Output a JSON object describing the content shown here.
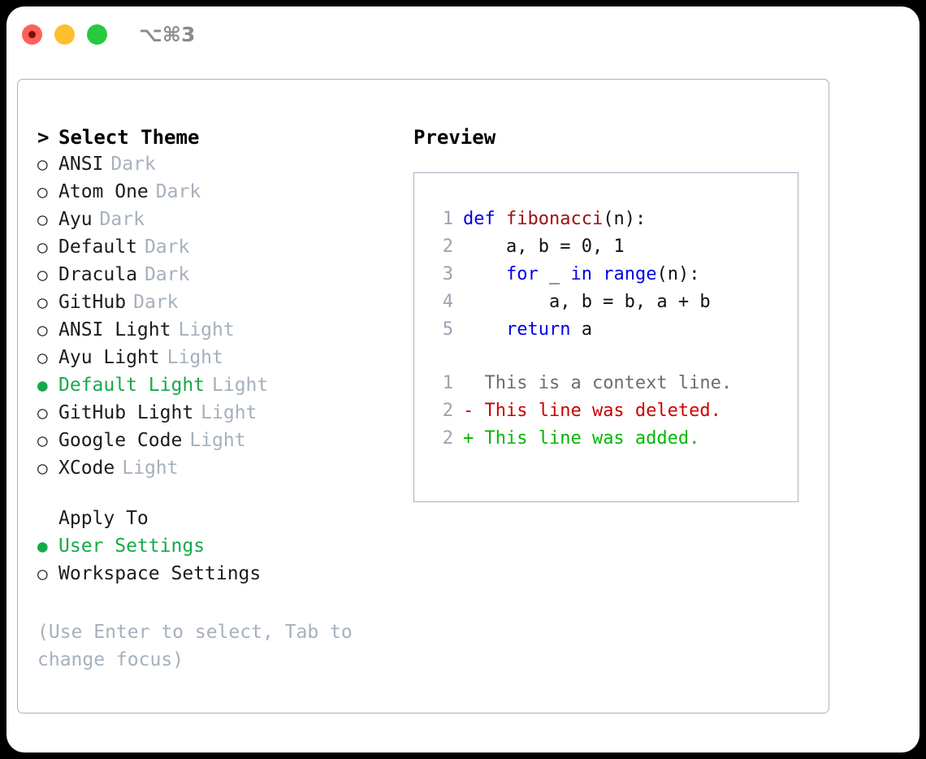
{
  "window": {
    "shortcut": "⌥⌘3",
    "traffic_lights": [
      {
        "name": "close",
        "color": "#ff6159"
      },
      {
        "name": "minimize",
        "color": "#ffbe2f"
      },
      {
        "name": "maximize",
        "color": "#27c93f"
      }
    ]
  },
  "theme_picker": {
    "header_caret": ">",
    "header_label": "Select Theme",
    "bullet_selected": "●",
    "bullet_unselected": "○",
    "items": [
      {
        "label": "ANSI",
        "tag": "Dark",
        "selected": false
      },
      {
        "label": "Atom One",
        "tag": "Dark",
        "selected": false
      },
      {
        "label": "Ayu",
        "tag": "Dark",
        "selected": false
      },
      {
        "label": "Default",
        "tag": "Dark",
        "selected": false
      },
      {
        "label": "Dracula",
        "tag": "Dark",
        "selected": false
      },
      {
        "label": "GitHub",
        "tag": "Dark",
        "selected": false
      },
      {
        "label": "ANSI Light",
        "tag": "Light",
        "selected": false
      },
      {
        "label": "Ayu Light",
        "tag": "Light",
        "selected": false
      },
      {
        "label": "Default Light",
        "tag": "Light",
        "selected": true
      },
      {
        "label": "GitHub Light",
        "tag": "Light",
        "selected": false
      },
      {
        "label": "Google Code",
        "tag": "Light",
        "selected": false
      },
      {
        "label": "XCode",
        "tag": "Light",
        "selected": false
      }
    ]
  },
  "apply_to": {
    "title": "Apply To",
    "items": [
      {
        "label": "User Settings",
        "selected": true
      },
      {
        "label": "Workspace Settings",
        "selected": false
      }
    ]
  },
  "hint": "(Use Enter to select, Tab to change focus)",
  "preview": {
    "title": "Preview",
    "code_lines": [
      {
        "no": "1",
        "tokens": [
          {
            "t": "def ",
            "c": "kw"
          },
          {
            "t": "fibonacci",
            "c": "fn"
          },
          {
            "t": "(n):",
            "c": "plain"
          }
        ]
      },
      {
        "no": "2",
        "tokens": [
          {
            "t": "    a, b = 0, 1",
            "c": "plain"
          }
        ]
      },
      {
        "no": "3",
        "tokens": [
          {
            "t": "    ",
            "c": "plain"
          },
          {
            "t": "for",
            "c": "kw"
          },
          {
            "t": " _ ",
            "c": "plain"
          },
          {
            "t": "in",
            "c": "kw"
          },
          {
            "t": " ",
            "c": "plain"
          },
          {
            "t": "range",
            "c": "kw"
          },
          {
            "t": "(n):",
            "c": "plain"
          }
        ]
      },
      {
        "no": "4",
        "tokens": [
          {
            "t": "        a, b = b, a + b",
            "c": "plain"
          }
        ]
      },
      {
        "no": "5",
        "tokens": [
          {
            "t": "    ",
            "c": "plain"
          },
          {
            "t": "return",
            "c": "kw"
          },
          {
            "t": " a",
            "c": "plain"
          }
        ]
      }
    ],
    "diff_lines": [
      {
        "no": "1",
        "marker": " ",
        "text": "This is a context line.",
        "kind": "ctx"
      },
      {
        "no": "2",
        "marker": "-",
        "text": "This line was deleted.",
        "kind": "del"
      },
      {
        "no": "2",
        "marker": "+",
        "text": "This line was added.",
        "kind": "add"
      }
    ]
  },
  "colors": {
    "accent_green": "#16a94a",
    "muted": "#a6b0bd",
    "border": "#a8b2c1",
    "keyword_blue": "#0000e8",
    "function_red": "#a01010",
    "diff_delete": "#cc0000",
    "diff_add": "#00b800"
  }
}
